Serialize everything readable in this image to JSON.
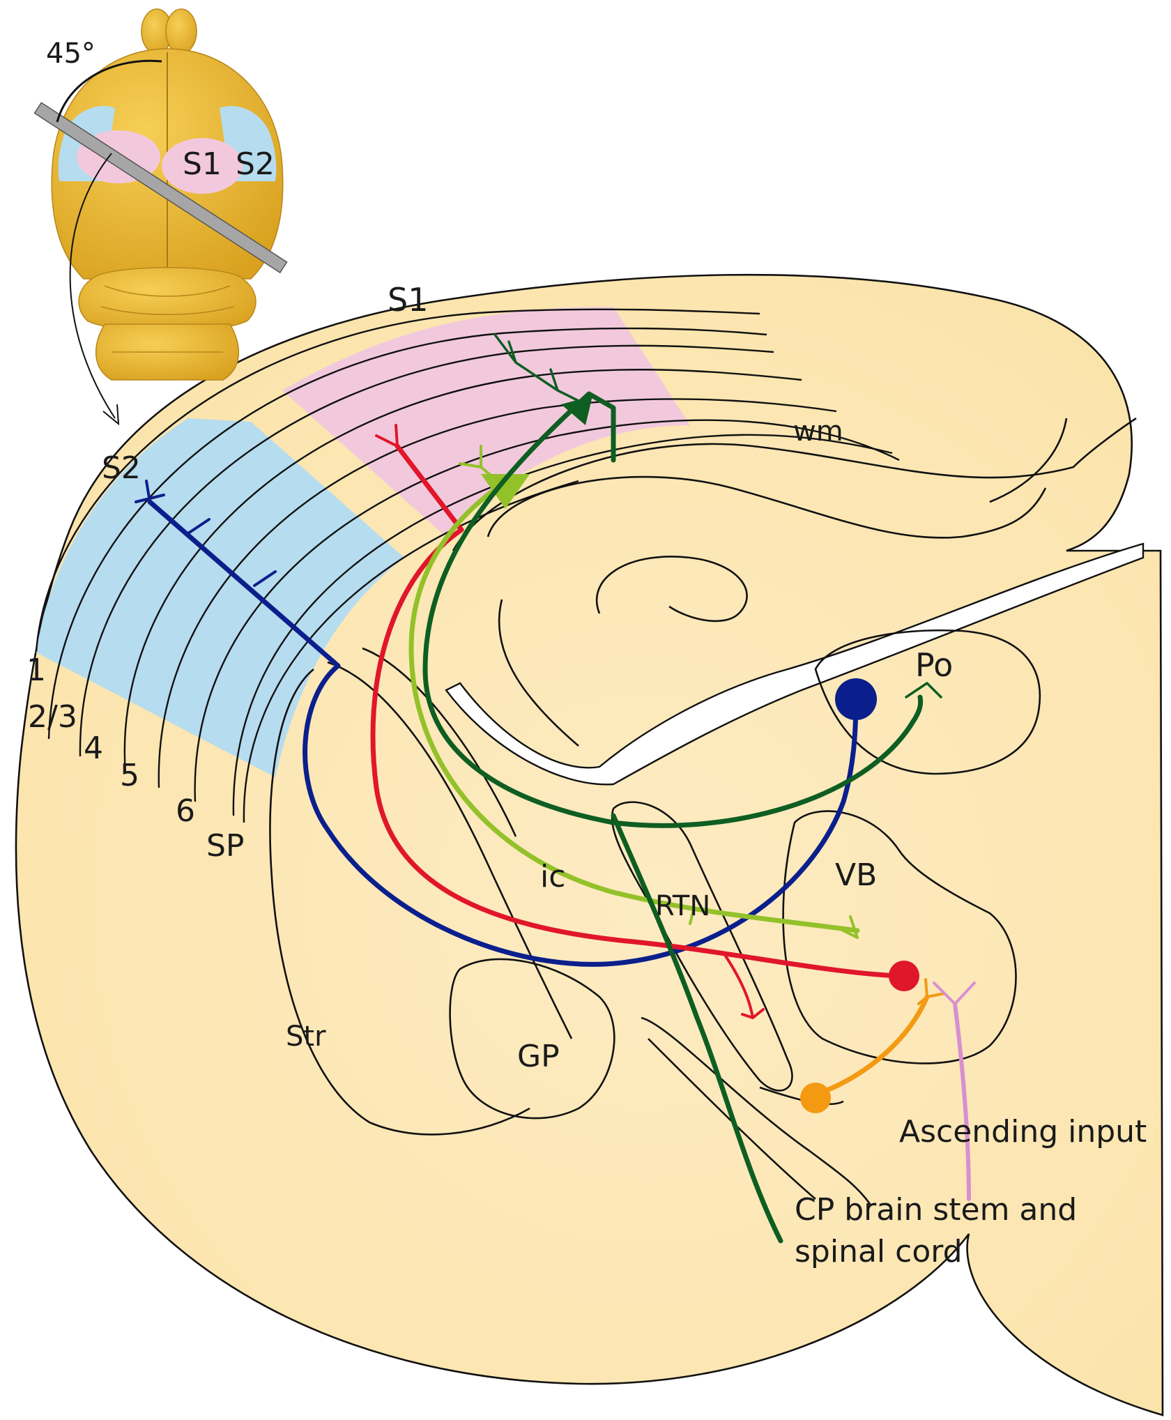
{
  "colors": {
    "tissue": "#fbe3a9",
    "tissue_light": "#fdebc2",
    "s1_area": "#f2c9dc",
    "s2_area": "#b6dcef",
    "brain_gold": "#e8b533",
    "brain_gold_dark": "#c9951c",
    "blue_axon": "#0b1f8c",
    "red_axon": "#e0162b",
    "lightgreen_axon": "#93c12a",
    "darkgreen_axon": "#0e5e22",
    "orange_neuron": "#f39a12",
    "pink_input": "#d88fd0"
  },
  "inset": {
    "angle_label": "45°",
    "s1_label": "S1",
    "s2_label": "S2"
  },
  "labels": {
    "s1": "S1",
    "s2": "S2",
    "wm": "wm",
    "layer_1": "1",
    "layer_2_3": "2/3",
    "layer_4": "4",
    "layer_5": "5",
    "layer_6": "6",
    "layer_sp": "SP",
    "po": "Po",
    "vb": "VB",
    "ic": "ic",
    "rtn": "RTN",
    "str": "Str",
    "gp": "GP",
    "ascending": "Ascending input",
    "cp_line1": "CP brain stem and",
    "cp_line2": "spinal cord"
  }
}
